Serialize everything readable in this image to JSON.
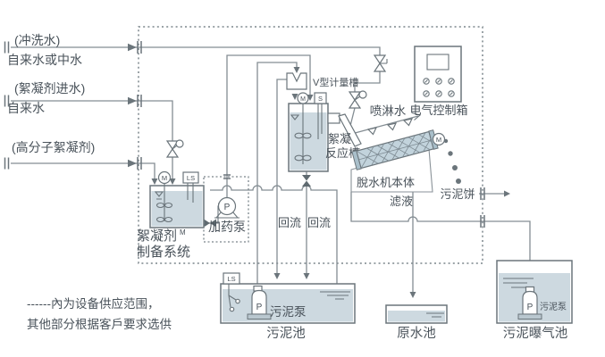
{
  "labels": {
    "feed1_top": "(冲洗水)",
    "feed1_bottom": "自来水或中水",
    "feed2_top": "(絮凝剂进水)",
    "feed2_bottom": "自来水",
    "feed3_top": "(高分子絮凝剂)",
    "prep1": "絮凝剂",
    "prep2": "制备系统",
    "prep_mark": "M",
    "dosing_pump": "加药泵",
    "v_tank": "V型计量槽",
    "reaction1": "絮凝",
    "reaction2": "反应槽",
    "spray": "喷淋水",
    "control_box": "电气控制箱",
    "dewater_body": "脫水机本体",
    "filtrate": "滤液",
    "sludge_cake": "污泥饼",
    "reflux_a": "回流",
    "reflux_b": "回流",
    "sludge_pump_a": "污泥泵",
    "sludge_pool": "污泥池",
    "raw_pool": "原水池",
    "sludge_pump_b": "污泥泵",
    "aeration_pool": "污泥曝气池",
    "note1": "------內为设备供应范围，",
    "note2": "其他部分根据客戶要求选供",
    "ls_prep": "LS",
    "ls_reaction": "S",
    "ls_pool": "LS",
    "pump_p1": "P",
    "pump_p2": "P",
    "pump_p3": "P",
    "motor_m1": "M",
    "motor_m2": "M",
    "motor_m3": "M"
  },
  "colors": {
    "pipe_line": "#848d93",
    "outline": "#6b757b",
    "water_fill": "#cdd9e0",
    "screw_fill": "#c2d3dc",
    "text": "#49525a",
    "background": "#ffffff"
  }
}
